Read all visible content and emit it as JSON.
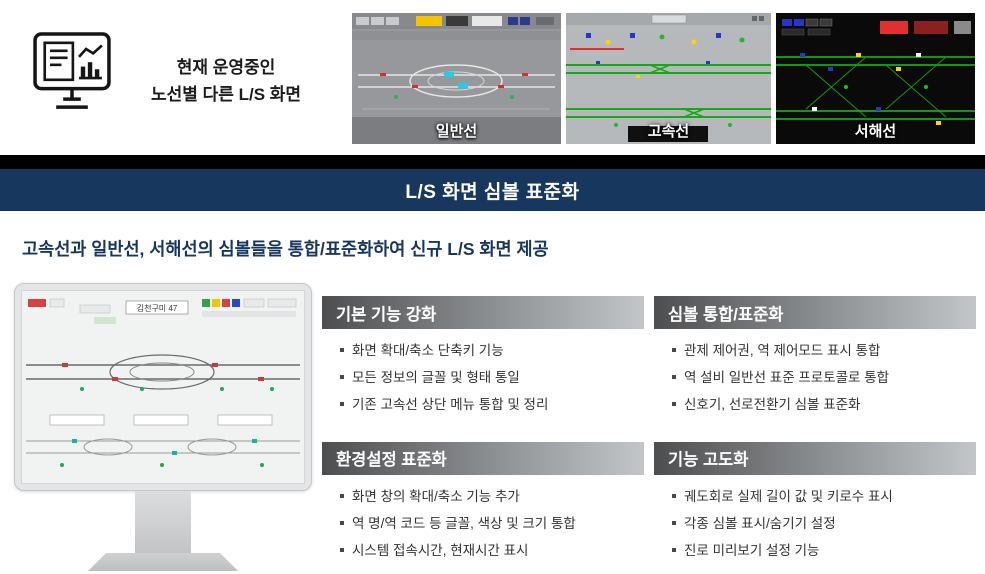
{
  "top": {
    "intro_line1": "현재 운영중인",
    "intro_line2": "노선별 다른 L/S 화면",
    "screens": [
      {
        "label": "일반선"
      },
      {
        "label": "고속선"
      },
      {
        "label": "서해선"
      }
    ]
  },
  "banner": {
    "title": "L/S 화면 심볼 표준화"
  },
  "subtitle": "고속선과 일반선, 서해선의 심볼들을 통합/표준화하여 신규 L/S 화면 제공",
  "monitor": {
    "station_label": "김천구미 47"
  },
  "features": [
    {
      "title": "기본 기능 강화",
      "items": [
        "화면 확대/축소 단축키 기능",
        "모든 정보의 글꼴 및 형태 통일",
        "기존 고속선 상단 메뉴 통합 및 정리"
      ]
    },
    {
      "title": "심볼 통합/표준화",
      "items": [
        "관제 제어권, 역 제어모드 표시 통합",
        "역 설비 일반선 표준 프로토콜로 통합",
        "신호기, 선로전환기 심볼 표준화"
      ]
    },
    {
      "title": "환경설정 표준화",
      "items": [
        "화면 창의 확대/축소 기능 추가",
        "역 명/역 코드 등 글꼴, 색상 및 크기 통합",
        "시스템 접속시간, 현재시간 표시"
      ]
    },
    {
      "title": "기능 고도화",
      "items": [
        "궤도회로 실제 길이 값 및 키로수 표시",
        "각종 심볼 표시/숨기기 설정",
        "진로 미리보기 설정 기능"
      ]
    }
  ],
  "colors": {
    "navy_banner": "#17375e",
    "black_bar": "#000000",
    "header_gradient_dark": "#4d4e50",
    "header_gradient_light": "#c3c6c8",
    "bullet_text": "#333333",
    "signal_green": "#17a817",
    "track_cyan": "#19d2e8"
  }
}
